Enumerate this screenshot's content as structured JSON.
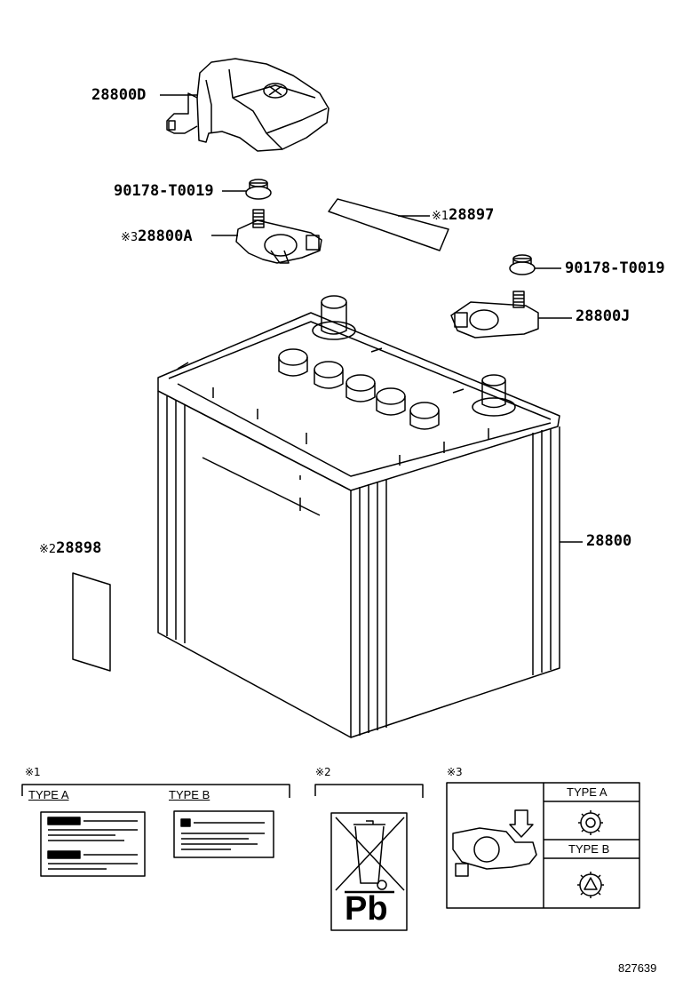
{
  "callouts": {
    "cover": "28800D",
    "nut_top": "90178-T0019",
    "clamp_minus_mark": "※3",
    "clamp_minus": "28800A",
    "label1_mark": "※1",
    "label1": "28897",
    "nut_right": "90178-T0019",
    "clamp_plus": "28800J",
    "battery": "28800",
    "label2_mark": "※2",
    "label2": "28898"
  },
  "notes": {
    "note1": {
      "mark": "※1",
      "type_a": "TYPE A",
      "type_b": "TYPE B"
    },
    "note2": {
      "mark": "※2",
      "symbol": "Pb"
    },
    "note3": {
      "mark": "※3",
      "type_a": "TYPE A",
      "type_b": "TYPE B"
    }
  },
  "diagram_id": "827639"
}
